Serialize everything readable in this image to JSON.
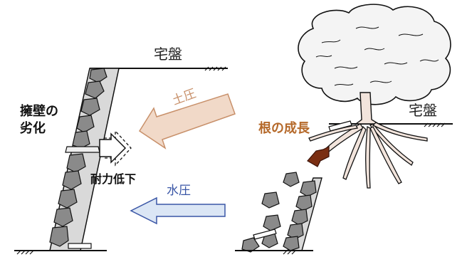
{
  "labels": {
    "ground_left": "宅盤",
    "ground_right": "宅盤",
    "wall_deterioration_line1": "擁壁の",
    "wall_deterioration_line2": "劣化",
    "resistance_decline": "耐力低下",
    "earth_pressure": "土圧",
    "water_pressure": "水圧",
    "root_growth": "根の成長"
  },
  "colors": {
    "earth_pressure_arrow": "#f1d9c8",
    "earth_pressure_stroke": "#c8906a",
    "water_pressure_arrow": "#dbe6f5",
    "water_pressure_stroke": "#3a56a6",
    "root_growth_arrow": "#7a2e12",
    "root_growth_label": "#b5692a",
    "stone": "#8a8a8a",
    "wall_fill": "#d9d9d9",
    "root_fill": "#f2e4dc"
  }
}
